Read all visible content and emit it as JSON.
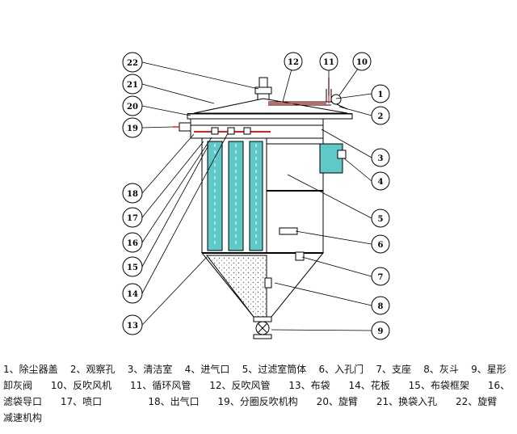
{
  "callouts": [
    "22",
    "12",
    "11",
    "10",
    "21",
    "1",
    "20",
    "2",
    "19",
    "3",
    "4",
    "18",
    "5",
    "17",
    "6",
    "16",
    "7",
    "15",
    "8",
    "14",
    "9",
    "13"
  ],
  "legend": {
    "lines": [
      "1、除尘器盖    2、观察孔    3、清洁室    4、进气口    5、过滤室筒体    6、入孔门    7、支座    8、灰斗    9、星形",
      "卸灰阀      10、反吹风机      11、循环风管      12、反吹风管      13、布袋      14、花板      15、布袋框架      16、",
      "滤袋导口      17、喷口               18、出气口      19、分圈反吹机构      20、旋臂      21、换袋入孔      22、旋臂",
      "减速机构"
    ]
  },
  "colors": {
    "bag_fill": "#5fc8c8",
    "leader_red": "#dd2222",
    "outline": "#000000"
  }
}
